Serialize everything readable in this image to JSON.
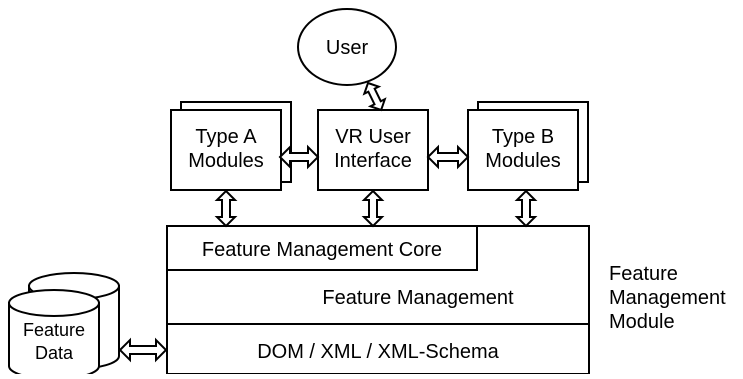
{
  "diagram": {
    "user": {
      "label": "User"
    },
    "type_a": {
      "line1": "Type A",
      "line2": "Modules"
    },
    "vr_ui": {
      "line1": "VR User",
      "line2": "Interface"
    },
    "type_b": {
      "line1": "Type B",
      "line2": "Modules"
    },
    "core": {
      "label": "Feature Management Core"
    },
    "management": {
      "label": "Feature Management"
    },
    "dom": {
      "label": "DOM / XML / XML-Schema"
    },
    "module_caption": {
      "line1": "Feature",
      "line2": "Management",
      "line3": "Module"
    },
    "data_store": {
      "line1": "Feature",
      "line2": "Data"
    }
  },
  "colors": {
    "stroke": "#000000",
    "fill": "#ffffff"
  }
}
